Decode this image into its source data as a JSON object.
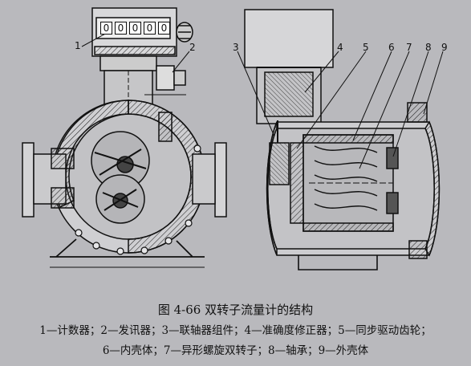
{
  "figure": {
    "title": "图 4-66    双转子流量计的结构",
    "legend_line1": "1—计数器；2—发讯器；3—联轴器组件；4—准确度修正器；5—同步驱动齿轮；",
    "legend_line2": "6—内壳体；7—异形螺旋双转子；8—轴承；9—外壳体"
  },
  "callouts": [
    "1",
    "2",
    "3",
    "4",
    "5",
    "6",
    "7",
    "8",
    "9"
  ],
  "counter_digits": [
    "0",
    "0",
    "0",
    "0",
    "0"
  ]
}
